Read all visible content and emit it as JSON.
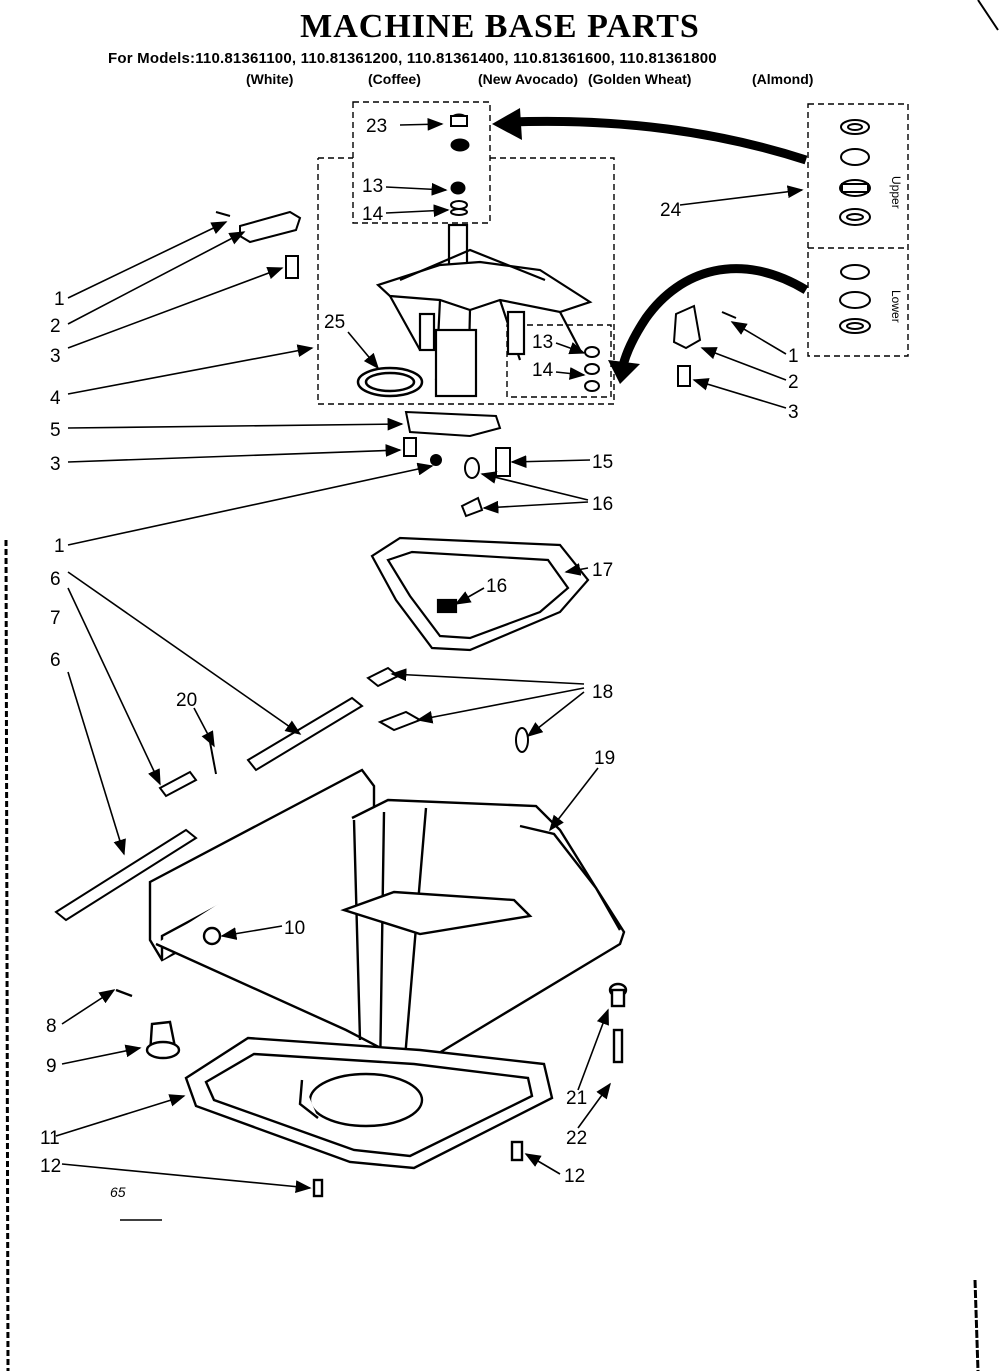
{
  "header": {
    "title": "MACHINE BASE PARTS",
    "models_line": "For Models:110.81361100, 110.81361200, 110.81361400, 110.81361600, 110.81361800",
    "colors": [
      "(White)",
      "(Coffee)",
      "(New Avocado)",
      "(Golden Wheat)",
      "(Almond)"
    ]
  },
  "inset": {
    "upper_label": "Upper",
    "lower_label": "Lower"
  },
  "callouts": [
    "23",
    "13",
    "14",
    "24",
    "1",
    "2",
    "3",
    "4",
    "25",
    "13",
    "14",
    "1",
    "2",
    "3",
    "5",
    "3",
    "15",
    "16",
    "1",
    "17",
    "16",
    "6",
    "7",
    "6",
    "20",
    "18",
    "19",
    "10",
    "8",
    "9",
    "11",
    "12",
    "21",
    "22",
    "12"
  ],
  "page_code": "65"
}
